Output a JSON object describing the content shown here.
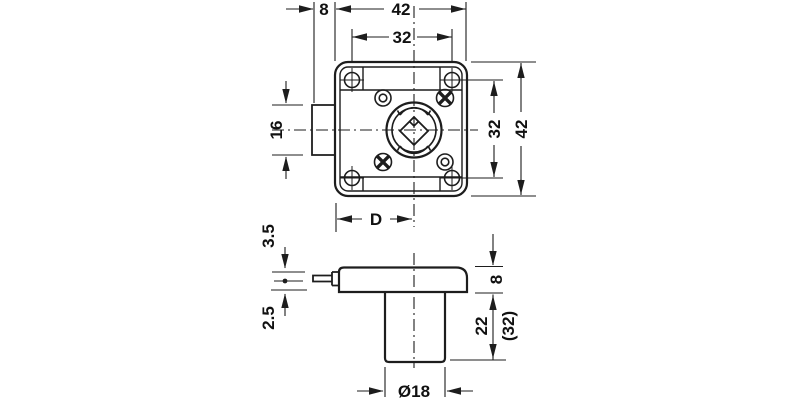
{
  "drawing": {
    "title_hint": "cabinet-lock-dimension-drawing",
    "colors": {
      "line": "#1d1d1d",
      "background": "#ffffff"
    },
    "top_view": {
      "dim_bolt_protrusion": "8",
      "dim_body_width": "42",
      "dim_screw_spacing_horizontal": "32",
      "dim_bolt_height": "16",
      "dim_screw_spacing_vertical": "32",
      "dim_body_height": "42",
      "dim_backset": "D"
    },
    "side_view": {
      "dim_bolt_travel_upper": "3.5",
      "dim_bolt_travel_lower": "2.5",
      "dim_case_thickness": "8",
      "dim_cylinder_length": "22",
      "dim_cylinder_length_alt": "(32)",
      "dim_cylinder_diameter": "Ø18"
    }
  }
}
